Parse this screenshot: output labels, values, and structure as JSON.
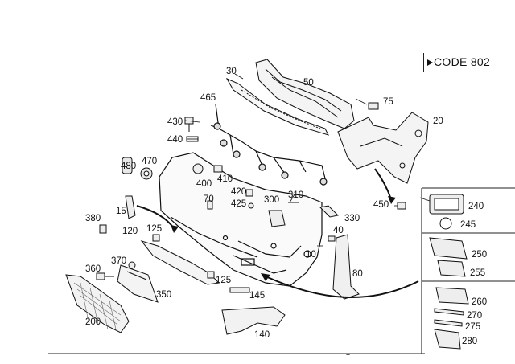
{
  "code_label": "CODE 802",
  "callouts": [
    "10",
    "15",
    "20",
    "30",
    "40",
    "50",
    "70",
    "75",
    "80",
    "120",
    "125",
    "125",
    "140",
    "145",
    "200",
    "240",
    "245",
    "250",
    "255",
    "260",
    "270",
    "275",
    "280",
    "300",
    "310",
    "330",
    "350",
    "360",
    "370",
    "380",
    "400",
    "410",
    "420",
    "425",
    "430",
    "440",
    "450",
    "465",
    "470",
    "480"
  ],
  "footer_mark": "▪▪"
}
